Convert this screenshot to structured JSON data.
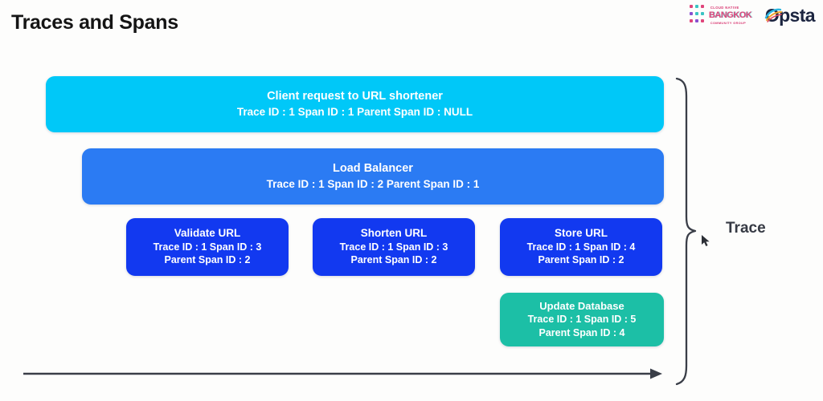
{
  "page": {
    "title": "Traces and Spans",
    "background_color": "#fdfdfc"
  },
  "logos": {
    "community": {
      "line1": "CLOUD NATIVE",
      "name": "BANGKOK",
      "line3": "COMMUNITY GROUP",
      "color": "#e0457b"
    },
    "vendor": {
      "name": "Opsta",
      "color": "#1c2540"
    }
  },
  "diagram": {
    "trace_label": "Trace",
    "spans": [
      {
        "id": "client",
        "title": "Client request to URL shortener",
        "meta": "Trace ID : 1 Span ID : 1 Parent Span ID : NULL",
        "trace_id": "1",
        "span_id": "1",
        "parent_span_id": "NULL",
        "color": "#00c8f8",
        "level": 1
      },
      {
        "id": "load-balancer",
        "title": "Load Balancer",
        "meta": "Trace ID : 1 Span ID : 2 Parent Span ID : 1",
        "trace_id": "1",
        "span_id": "2",
        "parent_span_id": "1",
        "color": "#2b7bf3",
        "level": 2
      },
      {
        "id": "validate-url",
        "title": "Validate URL",
        "meta_line1": "Trace ID : 1 Span ID : 3",
        "meta_line2": "Parent Span ID : 2",
        "trace_id": "1",
        "span_id": "3",
        "parent_span_id": "2",
        "color": "#1239f0",
        "level": 3
      },
      {
        "id": "shorten-url",
        "title": "Shorten URL",
        "meta_line1": "Trace ID : 1 Span ID : 3",
        "meta_line2": "Parent Span ID : 2",
        "trace_id": "1",
        "span_id": "3",
        "parent_span_id": "2",
        "color": "#1239f0",
        "level": 3
      },
      {
        "id": "store-url",
        "title": "Store URL",
        "meta_line1": "Trace ID : 1 Span ID : 4",
        "meta_line2": "Parent Span ID : 2",
        "trace_id": "1",
        "span_id": "4",
        "parent_span_id": "2",
        "color": "#1239f0",
        "level": 3
      },
      {
        "id": "update-database",
        "title": "Update Database",
        "meta_line1": "Trace ID : 1 Span ID : 5",
        "meta_line2": "Parent Span ID : 4",
        "trace_id": "1",
        "span_id": "5",
        "parent_span_id": "4",
        "color": "#1cbfa6",
        "level": 4
      }
    ]
  }
}
